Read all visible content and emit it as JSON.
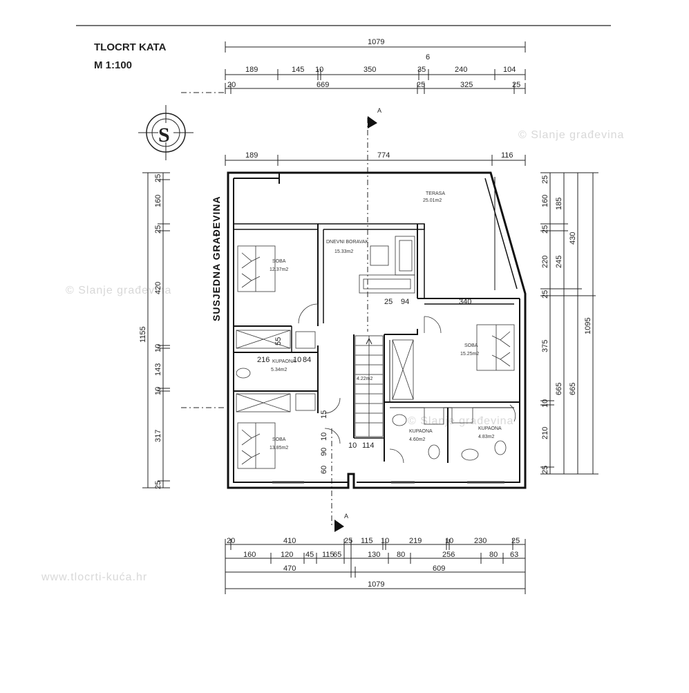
{
  "title": {
    "line1": "TLOCRT KATA",
    "line2": "M 1:100"
  },
  "neighbor_label": "SUSJEDNA GRAĐEVINA",
  "north_symbol": "S",
  "section_label": "A",
  "rooms": [
    {
      "name": "TERASA",
      "area": "25.01m2"
    },
    {
      "name": "DNEVNI BORAVAK",
      "area": "15.33m2"
    },
    {
      "name": "SOBA",
      "area": "12.37m2"
    },
    {
      "name": "SOBA",
      "area": "15.25m2"
    },
    {
      "name": "KUPAONA",
      "area": "5.34m2"
    },
    {
      "name": "SOBA",
      "area": "13.85m2"
    },
    {
      "name": "KUPAONA",
      "area": "4.60m2"
    },
    {
      "name": "KUPAONA",
      "area": "4.83m2"
    },
    {
      "name": "4.22m2"
    }
  ],
  "dims_top": {
    "total": "1079",
    "row2": [
      "189",
      "145",
      "10",
      "350",
      "35",
      "240",
      "104"
    ],
    "small": "6",
    "row3": [
      "20",
      "669",
      "25",
      "325",
      "25"
    ],
    "row4": [
      "189",
      "774",
      "116"
    ]
  },
  "dims_bottom": {
    "row1": [
      "20",
      "410",
      "25",
      "115",
      "10",
      "219",
      "10",
      "230",
      "25"
    ],
    "row2": [
      "160",
      "120",
      "45",
      "115",
      "65",
      "130",
      "80",
      "256",
      "80",
      "63"
    ],
    "row3": [
      "470",
      "609"
    ],
    "total": "1079"
  },
  "dims_left": {
    "chain": [
      "25",
      "160",
      "25",
      "420",
      "10",
      "143",
      "10",
      "317",
      "25"
    ],
    "total": "1155"
  },
  "dims_right": {
    "chain1": [
      "25",
      "160",
      "25",
      "220",
      "25",
      "375",
      "10",
      "210",
      "25"
    ],
    "chain2": [
      "185",
      "245",
      "665"
    ],
    "chain3": [
      "430",
      "665"
    ],
    "total": "1095"
  },
  "dims_interior": [
    "25",
    "94",
    "340",
    "55",
    "216",
    "10",
    "84",
    "15",
    "10",
    "90",
    "60",
    "10",
    "114"
  ],
  "watermarks": [
    "© Slanje građevina",
    "© Slanje građevina",
    "© Slanje građevina",
    "www.tlocrti-kuća.hr"
  ]
}
